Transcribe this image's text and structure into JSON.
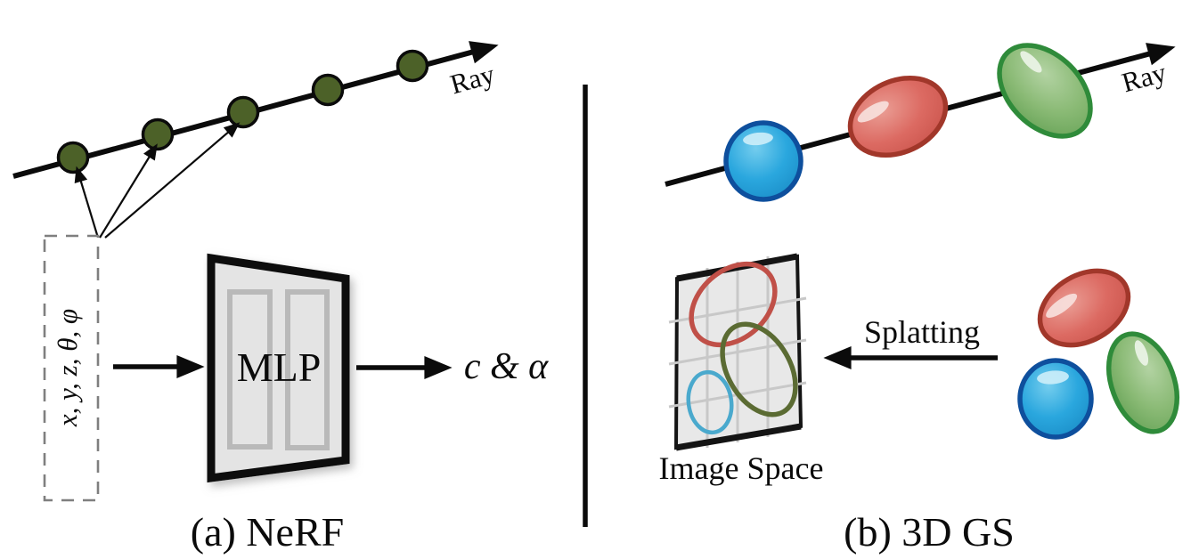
{
  "figure": {
    "panel_a": {
      "ray_label": "Ray",
      "input_vector": "x, y, z, θ, φ",
      "mlp_label": "MLP",
      "output_label": "c & α",
      "caption": "(a) NeRF",
      "num_sample_points": 5,
      "sample_point_color": "#4c6128"
    },
    "panel_b": {
      "ray_label": "Ray",
      "splatting_label": "Splatting",
      "image_space_label": "Image Space",
      "caption": "(b) 3D GS",
      "gaussian_colors": {
        "blue": "#2aa7de",
        "red": "#dc6a62",
        "green": "#8aba75"
      },
      "projected_outline_colors": {
        "red": "#c05048",
        "olive": "#5b6b33",
        "blue": "#4aa9cd"
      }
    }
  }
}
